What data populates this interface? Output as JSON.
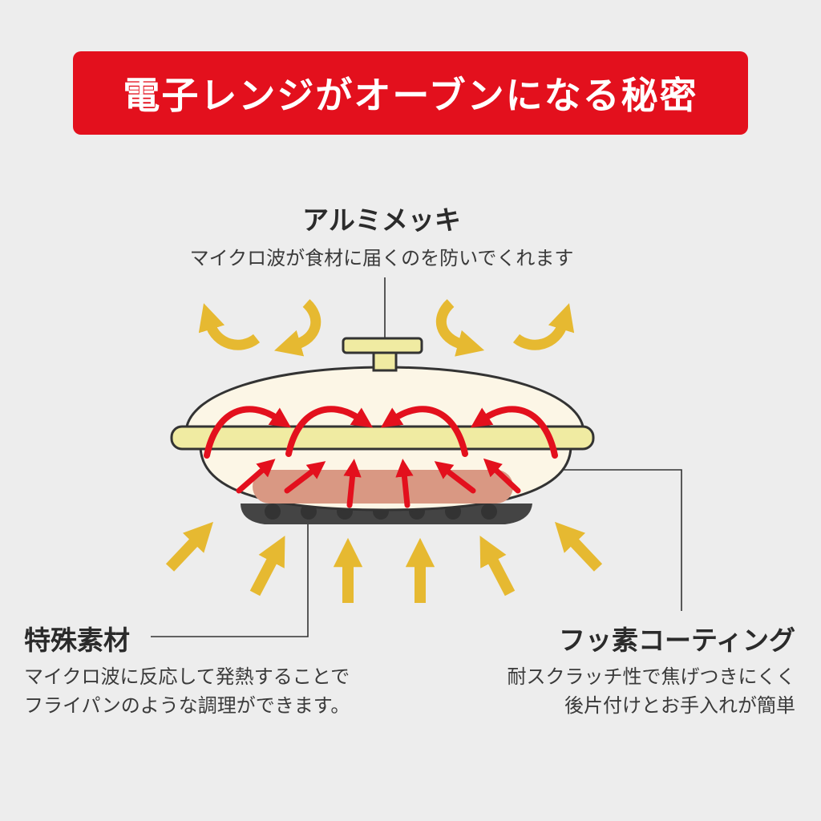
{
  "banner": {
    "title": "電子レンジがオーブンになる秘密"
  },
  "aluminum": {
    "heading": "アルミメッキ",
    "description": "マイクロ波が食材に届くのを防いでくれます"
  },
  "special_material": {
    "heading": "特殊素材",
    "description_lines": [
      "マイクロ波に反応して発熱することで",
      "フライパンのような調理ができます。"
    ]
  },
  "fluorine_coating": {
    "heading": "フッ素コーティング",
    "description_lines": [
      "耐スクラッチ性で焦げつきにくく",
      "後片付けとお手入れが簡単"
    ]
  },
  "colors": {
    "banner_red": "#e3101d",
    "heat_arrow_red": "#e3101d",
    "microwave_arrow_gold": "#e6b931",
    "lid_cream": "#fcf6e6",
    "rim_yellow": "#f0eba2",
    "food_pink": "#d99883",
    "base_dark": "#444444"
  },
  "icons": {
    "microwave_arrow": "microwave-arrow-icon",
    "heat_arrow": "heat-arrow-icon"
  }
}
